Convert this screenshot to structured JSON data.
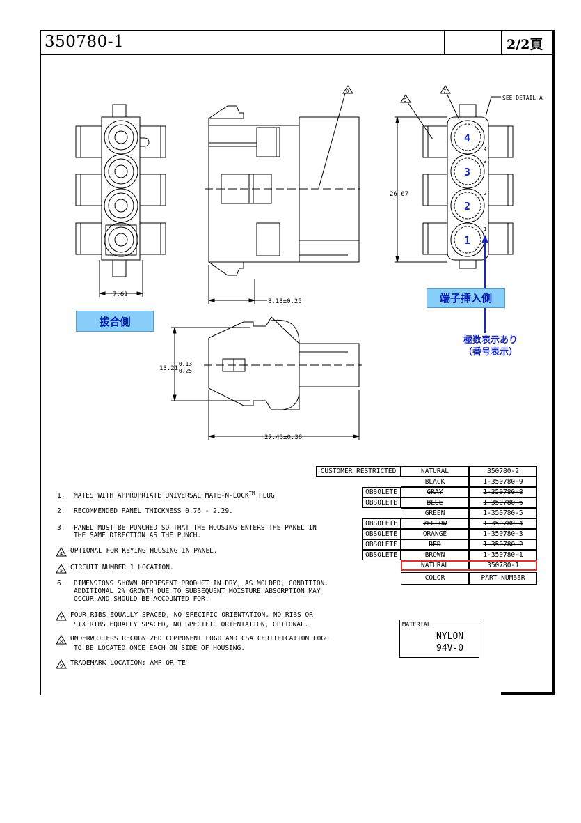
{
  "header": {
    "part_number": "350780-1",
    "sheet": "2/2頁"
  },
  "labels": {
    "mating_side": "拔合側",
    "terminal_insertion_side": "端子挿入側",
    "polarity_note_line1": "極数表示あり",
    "polarity_note_line2": "（番号表示）",
    "see_detail": "SEE DETAIL A"
  },
  "dimensions": {
    "width_762": "7.62",
    "depth_813": "8.13±0.25",
    "height_2667": "26.67",
    "height_1321": "13.21",
    "tol_plus": "+0.13",
    "tol_minus": "-0.25",
    "length_2743": "27.43±0.38"
  },
  "callouts": {
    "c7": "7",
    "c8": "8",
    "c9": "9"
  },
  "pin_numbers": [
    "4",
    "3",
    "2",
    "1"
  ],
  "side_numbers": [
    "4",
    "3",
    "2",
    "1"
  ],
  "notes": [
    {
      "num": "1.",
      "type": "num",
      "lines": [
        "MATES WITH APPROPRIATE UNIVERSAL MATE-N-LOCK",
        "PLUG"
      ],
      "tm": "TM"
    },
    {
      "num": "2.",
      "type": "num",
      "lines": [
        "RECOMMENDED PANEL THICKNESS 0.76 - 2.29."
      ]
    },
    {
      "num": "3.",
      "type": "num",
      "lines": [
        "PANEL MUST BE PUNCHED SO THAT THE HOUSING ENTERS THE PANEL IN",
        "THE SAME DIRECTION AS THE PUNCH."
      ]
    },
    {
      "num": "4",
      "type": "tri",
      "lines": [
        "OPTIONAL FOR KEYING HOUSING IN PANEL."
      ]
    },
    {
      "num": "5",
      "type": "tri",
      "lines": [
        "CIRCUIT NUMBER 1 LOCATION."
      ]
    },
    {
      "num": "6.",
      "type": "num",
      "lines": [
        "DIMENSIONS SHOWN REPRESENT PRODUCT IN DRY, AS MOLDED, CONDITION.",
        "ADDITIONAL 2% GROWTH DUE TO SUBSEQUENT MOISTURE ABSORPTION MAY",
        "OCCUR AND SHOULD BE ACCOUNTED FOR."
      ]
    },
    {
      "num": "7",
      "type": "tri",
      "lines": [
        "FOUR RIBS EQUALLY SPACED, NO SPECIFIC ORIENTATION. NO RIBS OR",
        "SIX RIBS EQUALLY SPACED, NO SPECIFIC ORIENTATION, OPTIONAL."
      ]
    },
    {
      "num": "8",
      "type": "tri",
      "lines": [
        "UNDERWRITERS RECOGNIZED COMPONENT LOGO AND CSA CERTIFICATION LOGO",
        "TO BE LOCATED ONCE EACH ON SIDE OF HOUSING."
      ]
    },
    {
      "num": "9",
      "type": "tri",
      "lines": [
        "TRADEMARK LOCATION: AMP OR TE"
      ]
    }
  ],
  "color_table": {
    "rows": [
      {
        "status": "CUSTOMER RESTRICTED",
        "color": "NATURAL",
        "part": "350780-2",
        "struck": false
      },
      {
        "status": "",
        "color": "BLACK",
        "part": "1-350780-9",
        "struck": false
      },
      {
        "status": "OBSOLETE",
        "color": "GRAY",
        "part": "1-350780-8",
        "struck": true
      },
      {
        "status": "OBSOLETE",
        "color": "BLUE",
        "part": "1-350780-6",
        "struck": true
      },
      {
        "status": "",
        "color": "GREEN",
        "part": "1-350780-5",
        "struck": false
      },
      {
        "status": "OBSOLETE",
        "color": "YELLOW",
        "part": "1-350780-4",
        "struck": true
      },
      {
        "status": "OBSOLETE",
        "color": "ORANGE",
        "part": "1-350780-3",
        "struck": true
      },
      {
        "status": "OBSOLETE",
        "color": "RED",
        "part": "1-350780-2",
        "struck": true
      },
      {
        "status": "OBSOLETE",
        "color": "BROWN",
        "part": "1-350780-1",
        "struck": true
      },
      {
        "status": "",
        "color": "NATURAL",
        "part": "350780-1",
        "struck": false,
        "highlight": true
      }
    ],
    "header_color": "COLOR",
    "header_part": "PART NUMBER",
    "highlight_color": "#e03030"
  },
  "material": {
    "label": "MATERIAL",
    "value1": "NYLON",
    "value2": "94V-0"
  },
  "colors": {
    "label_bg": "#87cefa",
    "label_text": "#0018b0",
    "pin_number": "#1626b8"
  }
}
